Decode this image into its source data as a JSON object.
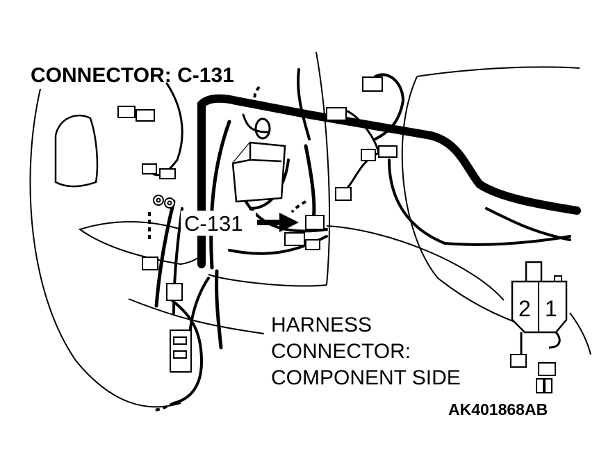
{
  "diagram": {
    "title": "CONNECTOR: C-131",
    "callout_label": "C-131",
    "note_lines": [
      "HARNESS",
      "CONNECTOR:",
      "COMPONENT SIDE"
    ],
    "connector_pins": [
      "2",
      "1"
    ],
    "figure_code": "AK401868AB",
    "colors": {
      "line": "#000000",
      "background": "#ffffff"
    }
  }
}
